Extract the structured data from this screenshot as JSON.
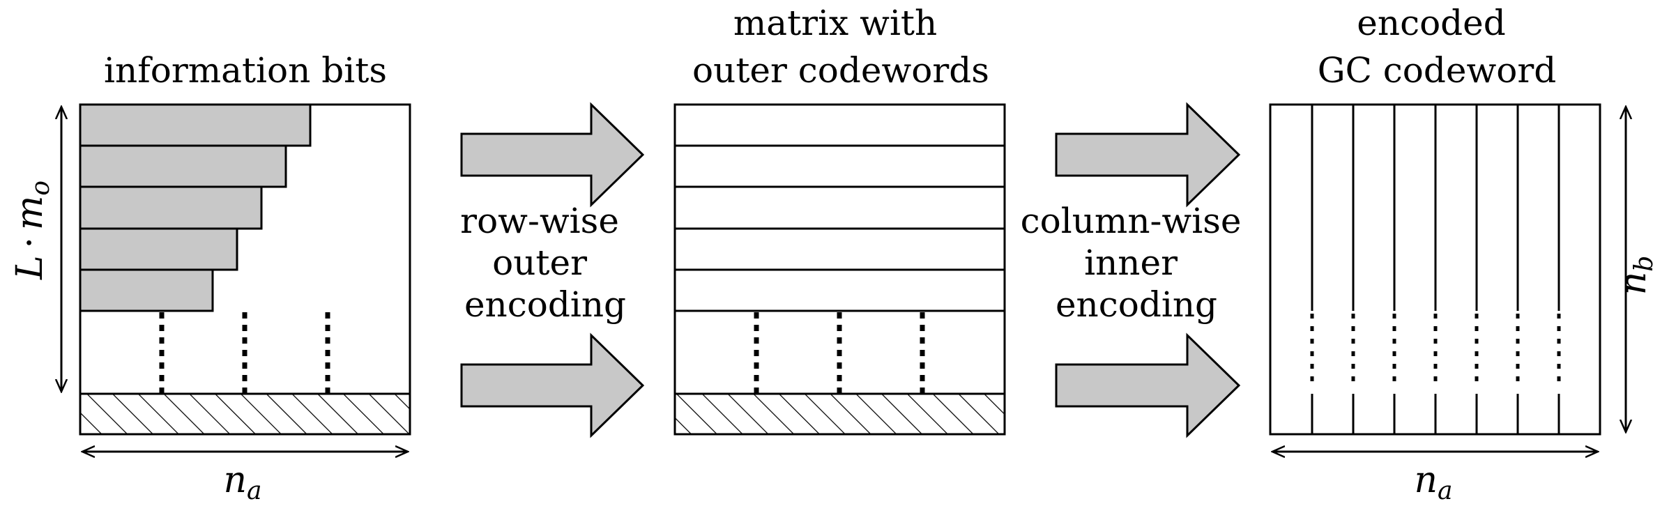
{
  "panel1": {
    "title": "information bits",
    "height_label_L": "L",
    "height_label_dot": "·",
    "height_label_m": "m",
    "height_label_m_sub": "o",
    "width_label_n": "n",
    "width_label_sub": "a"
  },
  "arrow1": {
    "label_line1": "row-wise",
    "label_line2": "outer",
    "label_line3": "encoding"
  },
  "panel2": {
    "title_line1": "matrix with",
    "title_line2": "outer codewords"
  },
  "arrow2": {
    "label_line1": "column-wise",
    "label_line2": "inner",
    "label_line3": "encoding"
  },
  "panel3": {
    "title_line1": "encoded",
    "title_line2": "GC codeword",
    "height_label_n": "n",
    "height_label_sub": "b",
    "width_label_n": "n",
    "width_label_sub": "a"
  },
  "colors": {
    "fill_gray": "#c8c8c8",
    "stroke": "#000000"
  }
}
